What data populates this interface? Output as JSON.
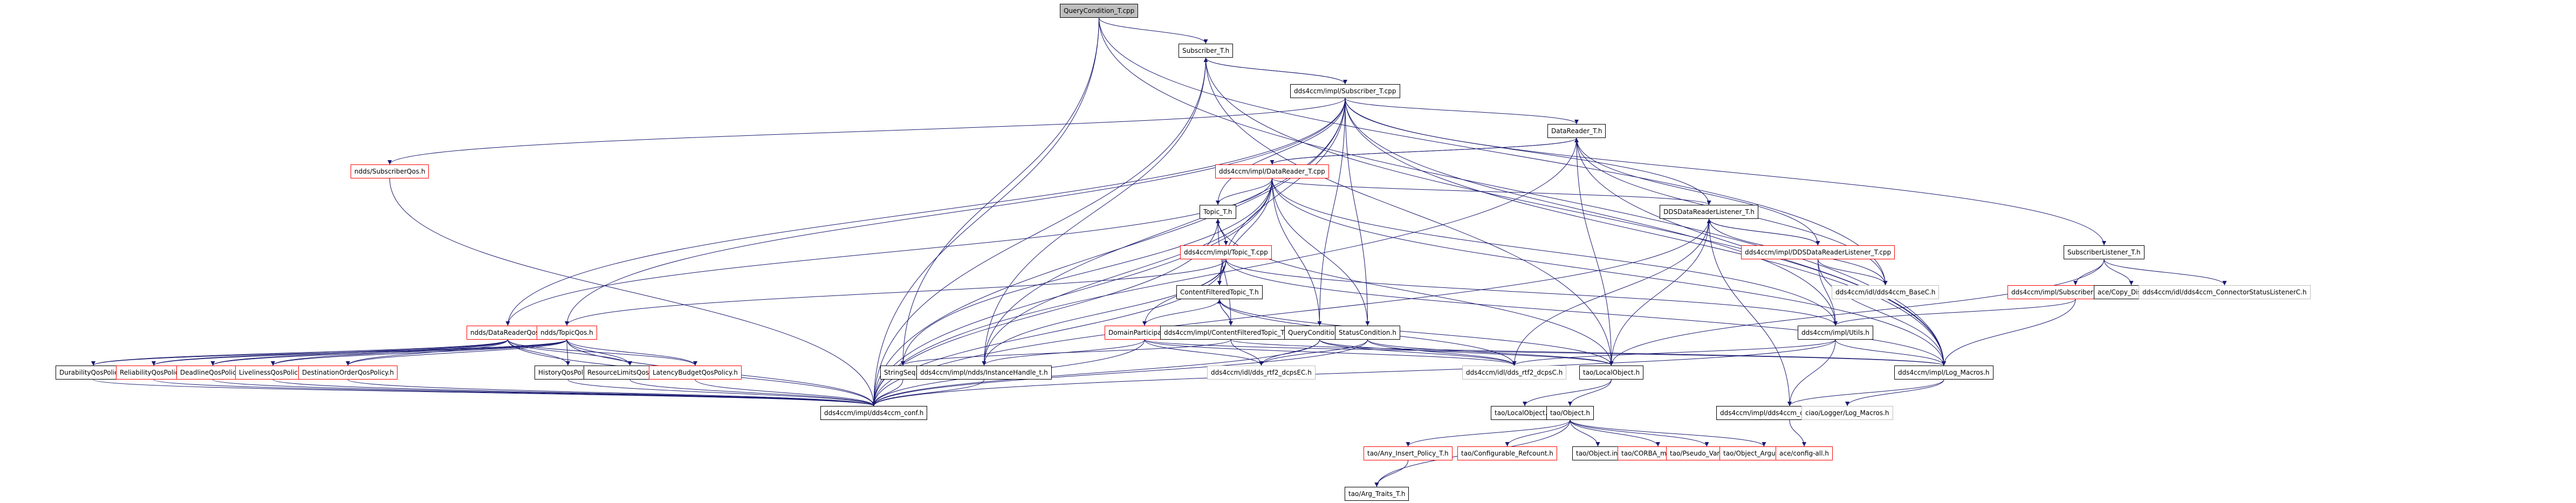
{
  "graph": {
    "title": "QueryCondition_T.cpp include dependency graph",
    "edge_color": "#191970",
    "legend": {
      "root_fill": "#bfbfbf",
      "documented_border": "#000000",
      "undocumented_border": "#ff0000",
      "external_border": "#bfbfbf"
    },
    "nodes": [
      {
        "id": "qc_cpp",
        "label": "QueryCondition_T.cpp",
        "style": "root"
      },
      {
        "id": "sub_h",
        "label": "Subscriber_T.h",
        "style": "black"
      },
      {
        "id": "sub_cpp",
        "label": "dds4ccm/impl/Subscriber_T.cpp",
        "style": "black"
      },
      {
        "id": "subqos",
        "label": "ndds/SubscriberQos.h",
        "style": "red"
      },
      {
        "id": "dr_h",
        "label": "DataReader_T.h",
        "style": "black"
      },
      {
        "id": "dr_cpp",
        "label": "dds4ccm/impl/DataReader_T.cpp",
        "style": "red"
      },
      {
        "id": "topic_h",
        "label": "Topic_T.h",
        "style": "black"
      },
      {
        "id": "topic_cpp",
        "label": "dds4ccm/impl/Topic_T.cpp",
        "style": "red"
      },
      {
        "id": "ddsdrl_h",
        "label": "DDSDataReaderListener_T.h",
        "style": "black"
      },
      {
        "id": "ddsdrl_cpp",
        "label": "dds4ccm/impl/DDSDataReaderListener_T.cpp",
        "style": "red"
      },
      {
        "id": "basec",
        "label": "dds4ccm/idl/dds4ccm_BaseC.h",
        "style": "gray"
      },
      {
        "id": "sublis_h",
        "label": "SubscriberListener_T.h",
        "style": "black"
      },
      {
        "id": "sublis_cpp",
        "label": "dds4ccm/impl/SubscriberListener_T.cpp",
        "style": "red"
      },
      {
        "id": "copydis",
        "label": "ace/Copy_Disabled.h",
        "style": "black"
      },
      {
        "id": "cslc",
        "label": "dds4ccm/idl/dds4ccm_ConnectorStatusListenerC.h",
        "style": "gray"
      },
      {
        "id": "cft_h",
        "label": "ContentFilteredTopic_T.h",
        "style": "black"
      },
      {
        "id": "drqos",
        "label": "ndds/DataReaderQos.h",
        "style": "red"
      },
      {
        "id": "topicqos",
        "label": "ndds/TopicQos.h",
        "style": "red"
      },
      {
        "id": "dp_h",
        "label": "DomainParticipant_T.h",
        "style": "red"
      },
      {
        "id": "cft_cpp",
        "label": "dds4ccm/impl/ContentFilteredTopic_T.cpp",
        "style": "black"
      },
      {
        "id": "qc_h",
        "label": "QueryCondition_T.h",
        "style": "black"
      },
      {
        "id": "sc_h",
        "label": "StatusCondition.h",
        "style": "black"
      },
      {
        "id": "utils",
        "label": "dds4ccm/impl/Utils.h",
        "style": "black"
      },
      {
        "id": "durab",
        "label": "DurabilityQosPolicy.h",
        "style": "black"
      },
      {
        "id": "reliab",
        "label": "ReliabilityQosPolicy.h",
        "style": "red"
      },
      {
        "id": "deadline",
        "label": "DeadlineQosPolicy.h",
        "style": "red"
      },
      {
        "id": "liveli",
        "label": "LivelinessQosPolicy.h",
        "style": "red"
      },
      {
        "id": "destord",
        "label": "DestinationOrderQosPolicy.h",
        "style": "red"
      },
      {
        "id": "history",
        "label": "HistoryQosPolicy.h",
        "style": "black"
      },
      {
        "id": "reslim",
        "label": "ResourceLimitsQosPolicy.h",
        "style": "black"
      },
      {
        "id": "latency",
        "label": "LatencyBudgetQosPolicy.h",
        "style": "red"
      },
      {
        "id": "strseq",
        "label": "StringSeq.h",
        "style": "black"
      },
      {
        "id": "insthandle",
        "label": "dds4ccm/impl/ndds/InstanceHandle_t.h",
        "style": "black"
      },
      {
        "id": "dcpsec",
        "label": "dds4ccm/idl/dds_rtf2_dcpsEC.h",
        "style": "gray"
      },
      {
        "id": "dcpsc",
        "label": "dds4ccm/idl/dds_rtf2_dcpsC.h",
        "style": "gray"
      },
      {
        "id": "localobj",
        "label": "tao/LocalObject.h",
        "style": "black"
      },
      {
        "id": "logmac",
        "label": "dds4ccm/impl/Log_Macros.h",
        "style": "black"
      },
      {
        "id": "conf",
        "label": "dds4ccm/impl/dds4ccm_conf.h",
        "style": "black"
      },
      {
        "id": "localobjinl",
        "label": "tao/LocalObject.inl",
        "style": "black"
      },
      {
        "id": "object_h",
        "label": "tao/Object.h",
        "style": "black"
      },
      {
        "id": "implexport",
        "label": "dds4ccm/impl/dds4ccm_dds_impl_export.h",
        "style": "black"
      },
      {
        "id": "ciaolog",
        "label": "ciao/Logger/Log_Macros.h",
        "style": "gray"
      },
      {
        "id": "anyins",
        "label": "tao/Any_Insert_Policy_T.h",
        "style": "red"
      },
      {
        "id": "cfgref",
        "label": "tao/Configurable_Refcount.h",
        "style": "red"
      },
      {
        "id": "objinl",
        "label": "tao/Object.inl",
        "style": "black"
      },
      {
        "id": "corbam",
        "label": "tao/CORBA_methods.h",
        "style": "red"
      },
      {
        "id": "pseudo",
        "label": "tao/Pseudo_VarOut_T.h",
        "style": "red"
      },
      {
        "id": "objarg",
        "label": "tao/Object_Argument_T.h",
        "style": "red"
      },
      {
        "id": "configall",
        "label": "ace/config-all.h",
        "style": "red"
      },
      {
        "id": "argtraits",
        "label": "tao/Arg_Traits_T.h",
        "style": "black"
      }
    ],
    "edges": [
      [
        "qc_cpp",
        "sub_h"
      ],
      [
        "qc_cpp",
        "conf"
      ],
      [
        "qc_cpp",
        "logmac"
      ],
      [
        "qc_cpp",
        "basec"
      ],
      [
        "qc_cpp",
        "strseq"
      ],
      [
        "sub_h",
        "sub_cpp"
      ],
      [
        "sub_h",
        "insthandle"
      ],
      [
        "sub_h",
        "conf"
      ],
      [
        "sub_h",
        "logmac"
      ],
      [
        "sub_h",
        "localobj"
      ],
      [
        "sub_cpp",
        "sub_h"
      ],
      [
        "sub_cpp",
        "subqos"
      ],
      [
        "sub_cpp",
        "dr_h"
      ],
      [
        "sub_cpp",
        "topic_h"
      ],
      [
        "sub_cpp",
        "cft_h"
      ],
      [
        "sub_cpp",
        "ddsdrl_h"
      ],
      [
        "sub_cpp",
        "sublis_h"
      ],
      [
        "sub_cpp",
        "qc_h"
      ],
      [
        "sub_cpp",
        "sc_h"
      ],
      [
        "sub_cpp",
        "utils"
      ],
      [
        "sub_cpp",
        "drqos"
      ],
      [
        "sub_cpp",
        "topicqos"
      ],
      [
        "sub_cpp",
        "insthandle"
      ],
      [
        "sub_cpp",
        "logmac"
      ],
      [
        "sub_cpp",
        "conf"
      ],
      [
        "subqos",
        "conf"
      ],
      [
        "dr_h",
        "dr_cpp"
      ],
      [
        "dr_h",
        "basec"
      ],
      [
        "dr_h",
        "localobj"
      ],
      [
        "dr_h",
        "conf"
      ],
      [
        "dr_h",
        "logmac"
      ],
      [
        "dr_cpp",
        "dr_h"
      ],
      [
        "dr_cpp",
        "topic_h"
      ],
      [
        "dr_cpp",
        "cft_h"
      ],
      [
        "dr_cpp",
        "ddsdrl_h"
      ],
      [
        "dr_cpp",
        "qc_h"
      ],
      [
        "dr_cpp",
        "sc_h"
      ],
      [
        "dr_cpp",
        "utils"
      ],
      [
        "dr_cpp",
        "drqos"
      ],
      [
        "dr_cpp",
        "insthandle"
      ],
      [
        "dr_cpp",
        "strseq"
      ],
      [
        "dr_cpp",
        "logmac"
      ],
      [
        "dr_cpp",
        "conf"
      ],
      [
        "topic_h",
        "topic_cpp"
      ],
      [
        "topic_h",
        "localobj"
      ],
      [
        "topic_h",
        "conf"
      ],
      [
        "topic_cpp",
        "topic_h"
      ],
      [
        "topic_cpp",
        "cft_h"
      ],
      [
        "topic_cpp",
        "dp_h"
      ],
      [
        "topic_cpp",
        "topicqos"
      ],
      [
        "topic_cpp",
        "utils"
      ],
      [
        "topic_cpp",
        "logmac"
      ],
      [
        "topic_cpp",
        "insthandle"
      ],
      [
        "topic_cpp",
        "conf"
      ],
      [
        "ddsdrl_h",
        "ddsdrl_cpp"
      ],
      [
        "ddsdrl_h",
        "basec"
      ],
      [
        "ddsdrl_h",
        "dcpsc"
      ],
      [
        "ddsdrl_h",
        "localobj"
      ],
      [
        "ddsdrl_h",
        "implexport"
      ],
      [
        "ddsdrl_h",
        "conf"
      ],
      [
        "ddsdrl_cpp",
        "ddsdrl_h"
      ],
      [
        "ddsdrl_cpp",
        "dr_h"
      ],
      [
        "ddsdrl_cpp",
        "basec"
      ],
      [
        "ddsdrl_cpp",
        "utils"
      ],
      [
        "ddsdrl_cpp",
        "logmac"
      ],
      [
        "sublis_h",
        "sublis_cpp"
      ],
      [
        "sublis_h",
        "copydis"
      ],
      [
        "sublis_h",
        "cslc"
      ],
      [
        "sublis_h",
        "localobj"
      ],
      [
        "sublis_cpp",
        "utils"
      ],
      [
        "sublis_cpp",
        "logmac"
      ],
      [
        "cft_h",
        "cft_cpp"
      ],
      [
        "cft_h",
        "dp_h"
      ],
      [
        "cft_h",
        "dcpsc"
      ],
      [
        "cft_h",
        "localobj"
      ],
      [
        "cft_cpp",
        "cft_h"
      ],
      [
        "cft_cpp",
        "topic_h"
      ],
      [
        "cft_cpp",
        "strseq"
      ],
      [
        "cft_cpp",
        "dcpsec"
      ],
      [
        "cft_cpp",
        "logmac"
      ],
      [
        "drqos",
        "durab"
      ],
      [
        "drqos",
        "reliab"
      ],
      [
        "drqos",
        "deadline"
      ],
      [
        "drqos",
        "liveli"
      ],
      [
        "drqos",
        "destord"
      ],
      [
        "drqos",
        "history"
      ],
      [
        "drqos",
        "reslim"
      ],
      [
        "drqos",
        "latency"
      ],
      [
        "drqos",
        "conf"
      ],
      [
        "topicqos",
        "durab"
      ],
      [
        "topicqos",
        "reliab"
      ],
      [
        "topicqos",
        "deadline"
      ],
      [
        "topicqos",
        "liveli"
      ],
      [
        "topicqos",
        "destord"
      ],
      [
        "topicqos",
        "history"
      ],
      [
        "topicqos",
        "reslim"
      ],
      [
        "topicqos",
        "latency"
      ],
      [
        "topicqos",
        "conf"
      ],
      [
        "dp_h",
        "insthandle"
      ],
      [
        "dp_h",
        "dcpsec"
      ],
      [
        "dp_h",
        "dcpsc"
      ],
      [
        "dp_h",
        "logmac"
      ],
      [
        "dp_h",
        "conf"
      ],
      [
        "qc_h",
        "dcpsec"
      ],
      [
        "qc_h",
        "dcpsc"
      ],
      [
        "qc_h",
        "localobj"
      ],
      [
        "qc_h",
        "conf"
      ],
      [
        "sc_h",
        "dcpsec"
      ],
      [
        "sc_h",
        "dcpsc"
      ],
      [
        "sc_h",
        "localobj"
      ],
      [
        "sc_h",
        "conf"
      ],
      [
        "utils",
        "dcpsc"
      ],
      [
        "utils",
        "logmac"
      ],
      [
        "utils",
        "implexport"
      ],
      [
        "utils",
        "conf"
      ],
      [
        "durab",
        "conf"
      ],
      [
        "reliab",
        "conf"
      ],
      [
        "deadline",
        "conf"
      ],
      [
        "liveli",
        "conf"
      ],
      [
        "destord",
        "conf"
      ],
      [
        "history",
        "conf"
      ],
      [
        "reslim",
        "conf"
      ],
      [
        "latency",
        "conf"
      ],
      [
        "strseq",
        "conf"
      ],
      [
        "insthandle",
        "conf"
      ],
      [
        "localobj",
        "localobjinl"
      ],
      [
        "localobj",
        "object_h"
      ],
      [
        "logmac",
        "implexport"
      ],
      [
        "logmac",
        "ciaolog"
      ],
      [
        "object_h",
        "anyins"
      ],
      [
        "object_h",
        "cfgref"
      ],
      [
        "object_h",
        "objinl"
      ],
      [
        "object_h",
        "corbam"
      ],
      [
        "object_h",
        "pseudo"
      ],
      [
        "object_h",
        "objarg"
      ],
      [
        "object_h",
        "argtraits"
      ],
      [
        "anyins",
        "argtraits"
      ],
      [
        "implexport",
        "configall"
      ]
    ]
  }
}
